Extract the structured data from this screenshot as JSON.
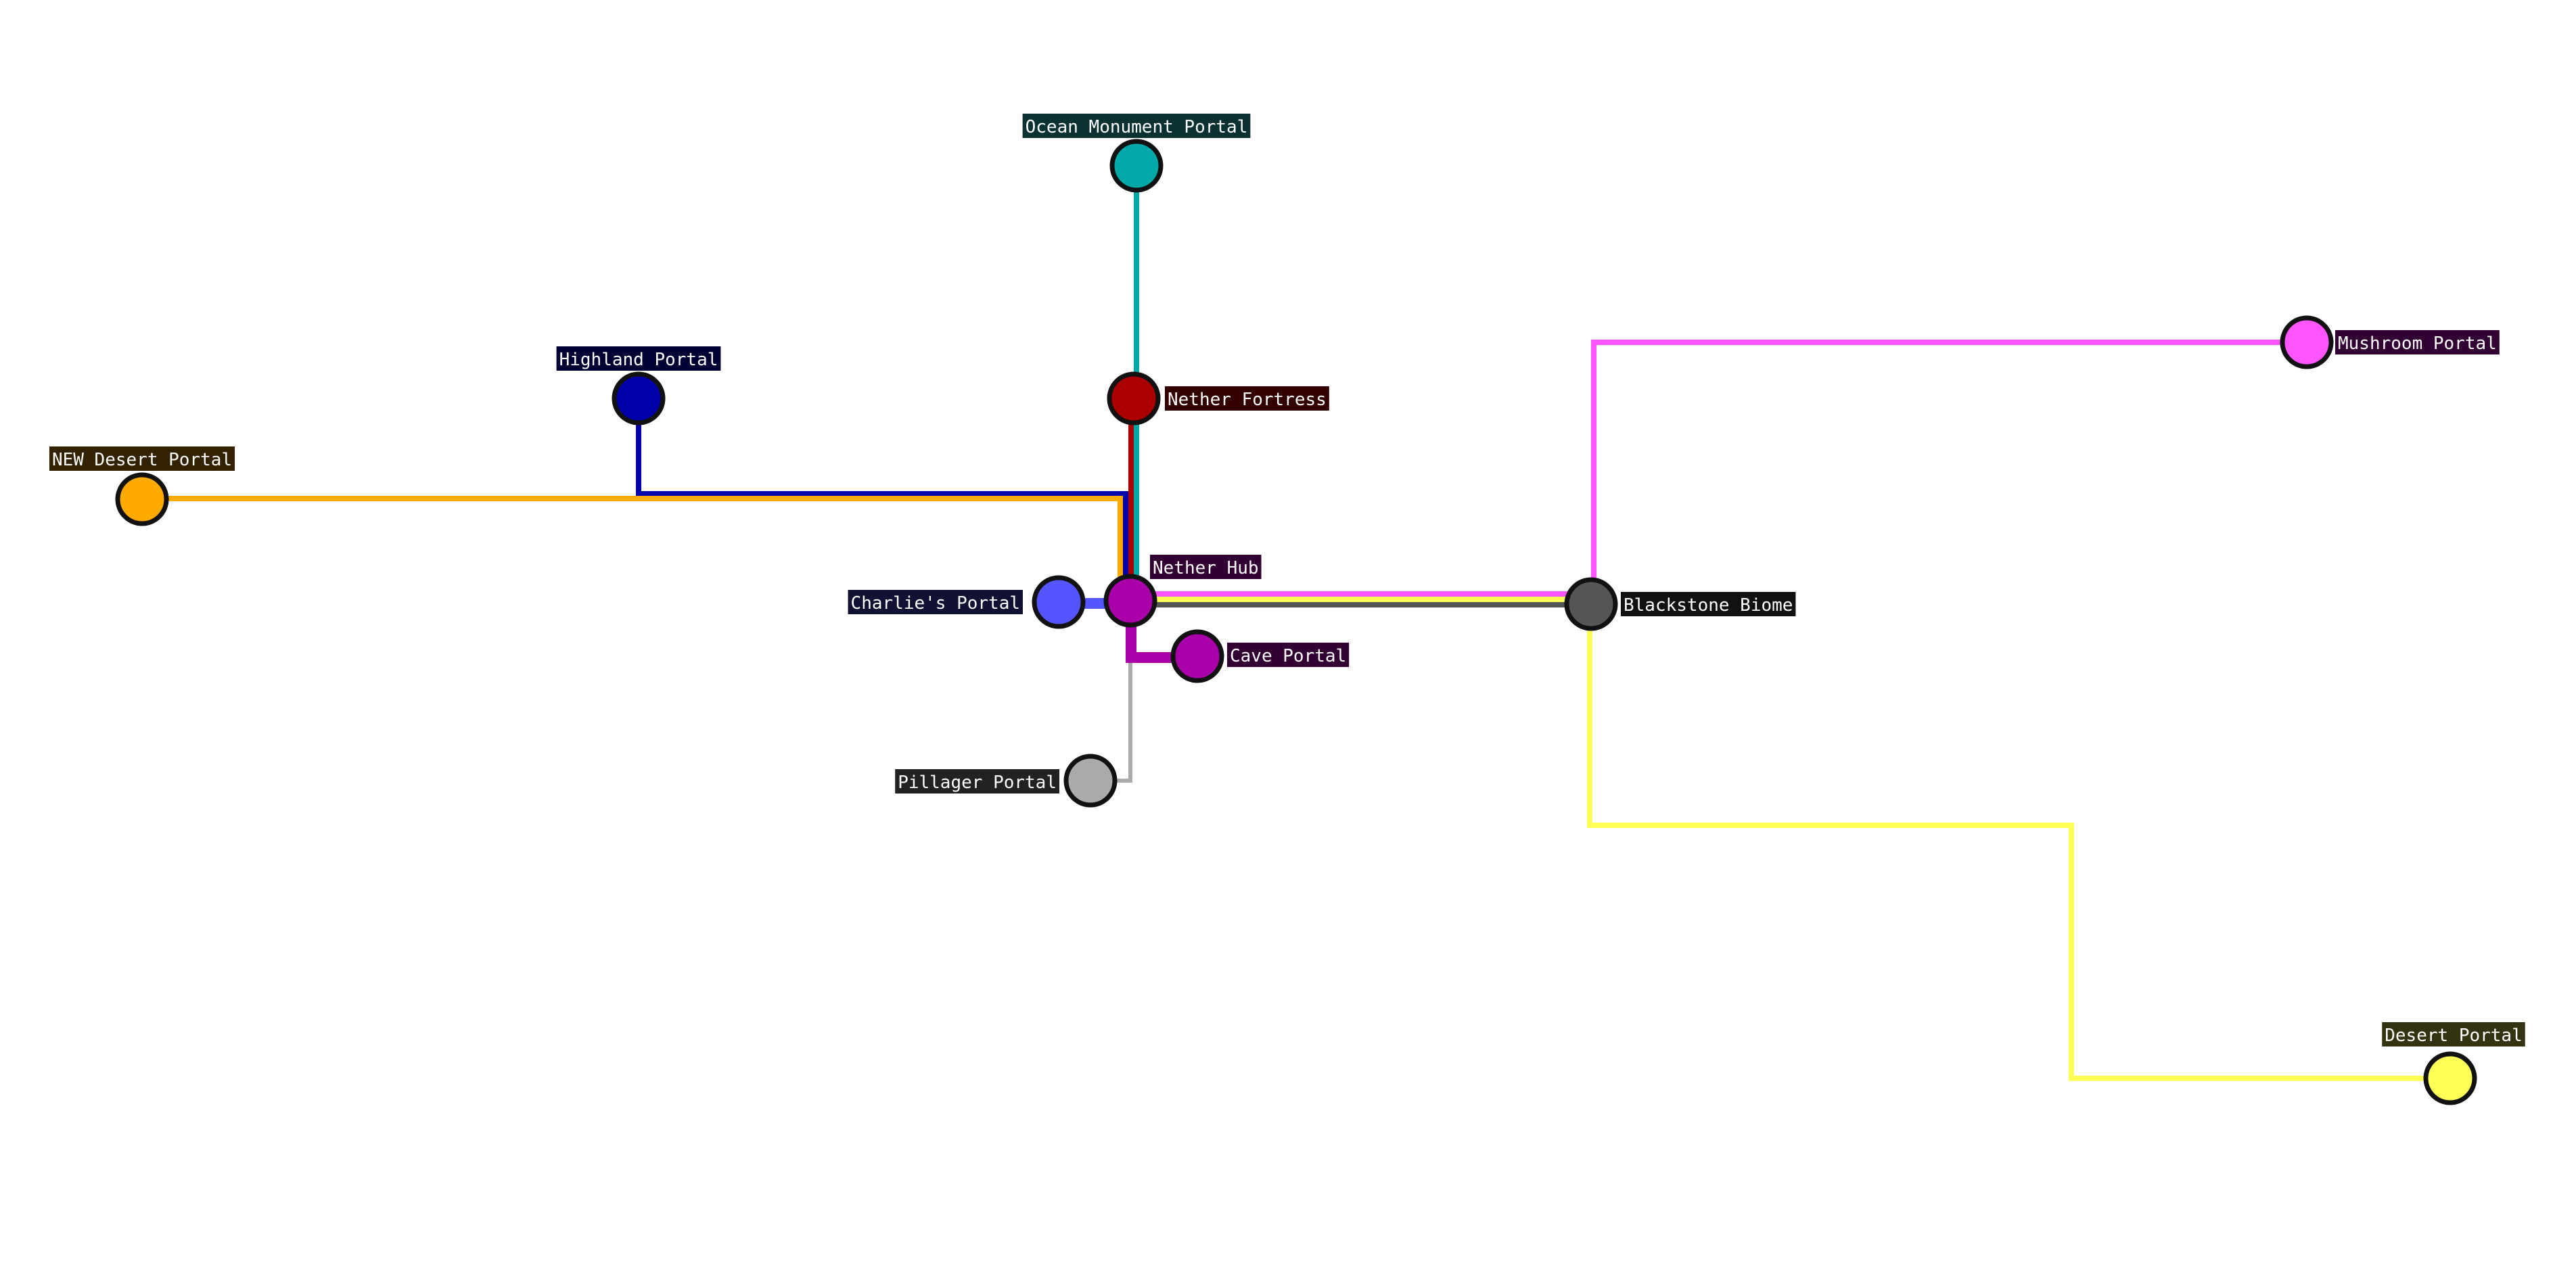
{
  "stations": {
    "ocean_monument": {
      "label": "Ocean Monument Portal",
      "color": "#00A8A8",
      "label_bg": "#0b3232"
    },
    "nether_fortress": {
      "label": "Nether Fortress",
      "color": "#AA0000",
      "label_bg": "#330000"
    },
    "highland": {
      "label": "Highland Portal",
      "color": "#0000AA",
      "label_bg": "#000033"
    },
    "new_desert": {
      "label": "NEW Desert Portal",
      "color": "#FFAA00",
      "label_bg": "#332200"
    },
    "charlies": {
      "label": "Charlie's Portal",
      "color": "#5555FF",
      "label_bg": "#111133"
    },
    "nether_hub": {
      "label": "Nether Hub",
      "color": "#AA00AA",
      "label_bg": "#330033"
    },
    "cave": {
      "label": "Cave Portal",
      "color": "#AA00AA",
      "label_bg": "#330033"
    },
    "pillager": {
      "label": "Pillager Portal",
      "color": "#AAAAAA",
      "label_bg": "#222222"
    },
    "blackstone": {
      "label": "Blackstone Biome",
      "color": "#555555",
      "label_bg": "#111111"
    },
    "mushroom": {
      "label": "Mushroom Portal",
      "color": "#FF55FF",
      "label_bg": "#330033"
    },
    "desert": {
      "label": "Desert Portal",
      "color": "#FFFF55",
      "label_bg": "#333311"
    }
  },
  "route_colors": {
    "ocean": "#00A8A8",
    "fortress": "#AA0000",
    "highland": "#0000AA",
    "new_desert": "#FFAA00",
    "charlies": "#5555FF",
    "cave": "#AA00AA",
    "pillager": "#AAAAAA",
    "blackstone": "#555555",
    "mushroom": "#FF55FF",
    "desert": "#FFFF55"
  }
}
